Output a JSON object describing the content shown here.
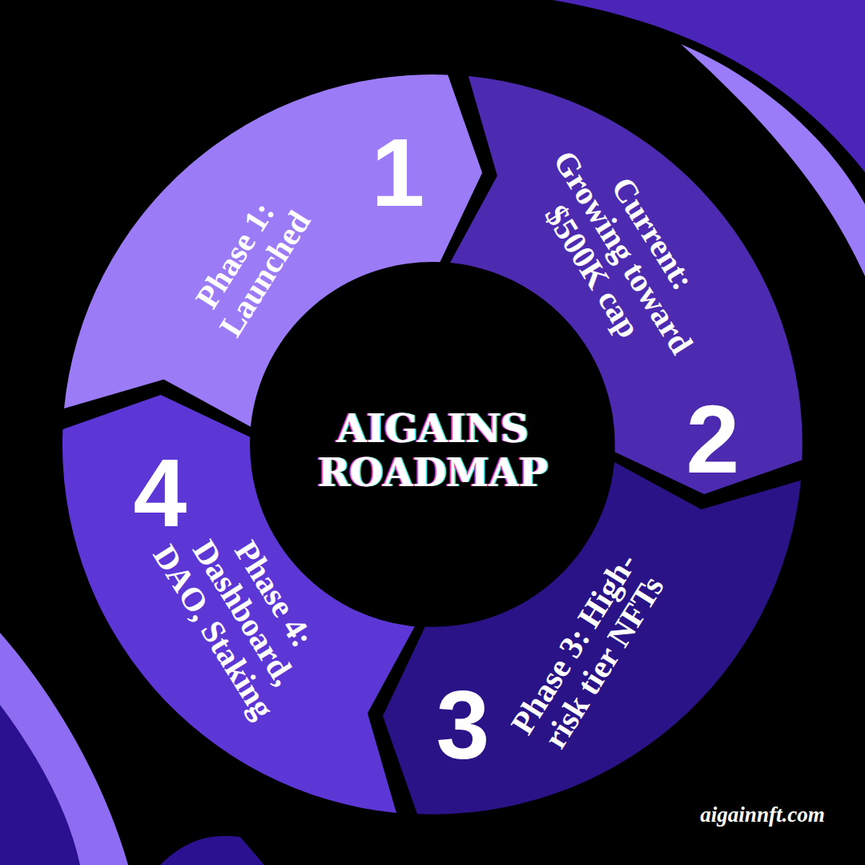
{
  "diagram": {
    "title": "AIGAINS ROADMAP",
    "nodes": [
      {
        "text": [
          "1",
          "Phase 1: Launched"
        ]
      },
      {
        "text": [
          "2",
          "Current: Growing toward $500K cap"
        ]
      },
      {
        "text": [
          "3",
          "Phase 3: High-risk tier NFTs"
        ]
      },
      {
        "text": [
          "4",
          "Phase 4: Dashboard, DAO, Staking"
        ]
      }
    ],
    "labels": [
      "aigainnft.com"
    ]
  }
}
